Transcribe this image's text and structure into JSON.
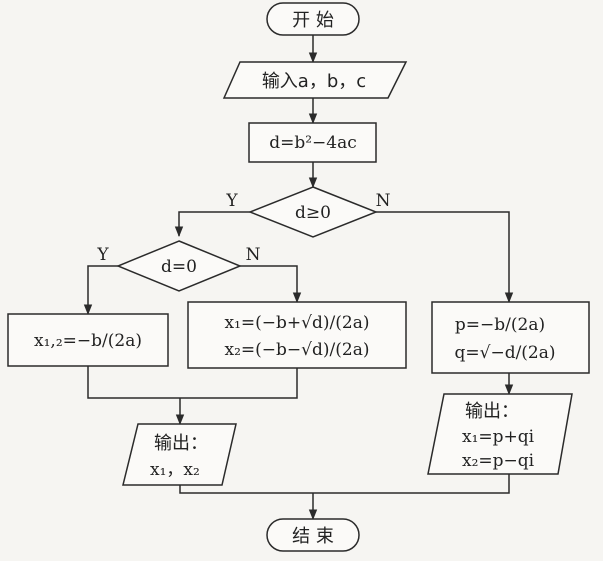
{
  "start": "开 始",
  "input": "输入a，b，c",
  "assign_d": "d=b²−4ac",
  "decision1": {
    "text": "d≥0",
    "yes": "Y",
    "no": "N"
  },
  "decision2": {
    "text": "d=0",
    "yes": "Y",
    "no": "N"
  },
  "box_equal": "x₁,₂=−b/(2a)",
  "box_real_1": "x₁=(−b+√d)/(2a)",
  "box_real_2": "x₂=(−b−√d)/(2a)",
  "box_complex_1": "p=−b/(2a)",
  "box_complex_2": "q=√−d/(2a)",
  "output_left": {
    "title": "输出：",
    "value": "x₁，x₂"
  },
  "output_right": {
    "title": "输出：",
    "line1": "x₁=p+qi",
    "line2": "x₂=p−qi"
  },
  "end": "结 束",
  "colors": {
    "stroke": "#2b2b2b",
    "fill": "#fbfaf8",
    "background": "#f6f5f2"
  }
}
